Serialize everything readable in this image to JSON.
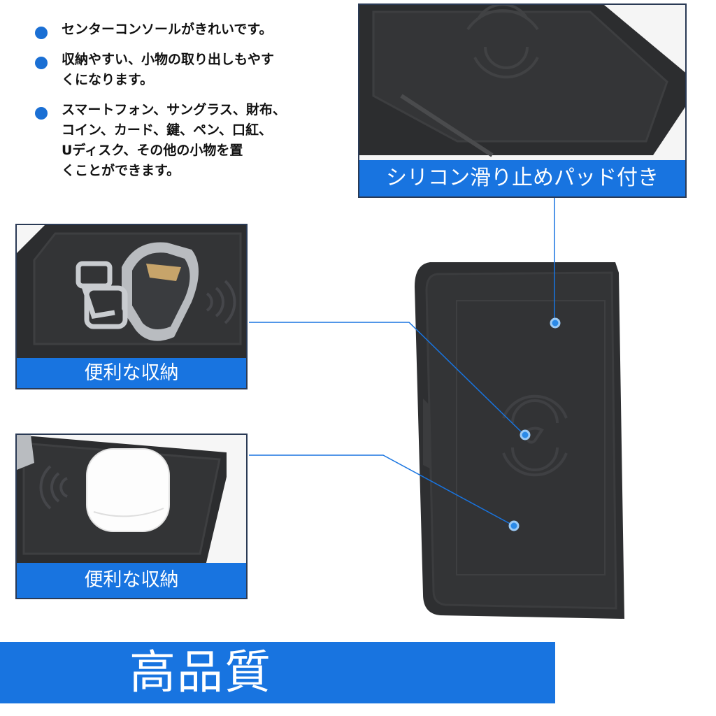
{
  "bullets": [
    {
      "text": "センターコンソールがきれいです。"
    },
    {
      "text": "収納やすい、小物の取り出しもやす\nくになります。"
    },
    {
      "text": "スマートフォン、サングラス、財布、\nコイン、カード、鍵、ペン、口紅、\nUディスク、その他の小物を置\nくことができます。"
    }
  ],
  "panels": {
    "top_caption": "シリコン滑り止めパッド付き",
    "key_caption": "便利な収納",
    "pods_caption": "便利な収納"
  },
  "banner": {
    "text": "高品質"
  },
  "colors": {
    "accent": "#1874e0",
    "dot": "#1a6fd4",
    "mat": "#2e2f31"
  },
  "icons": [
    "wireless-charging-icon",
    "bullet-dot-icon"
  ]
}
